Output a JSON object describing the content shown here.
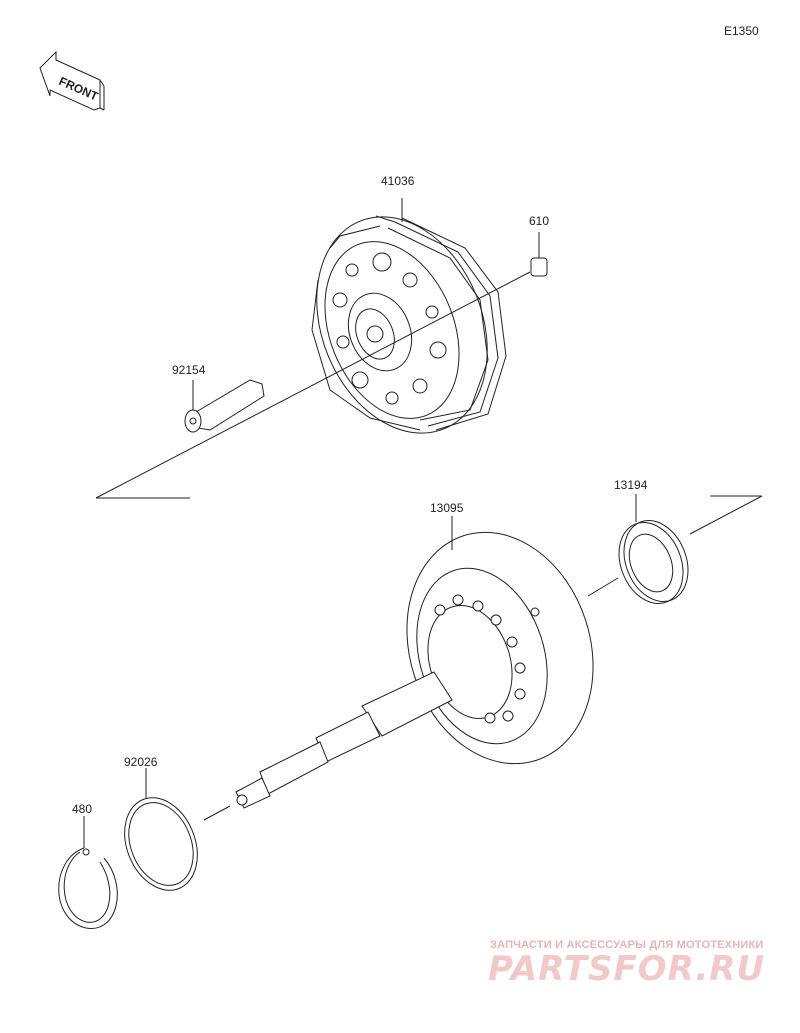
{
  "diagram_code": "E1350",
  "front_label": "FRONT",
  "parts": {
    "clutch_housing": "41036",
    "pin": "610",
    "bolt": "92154",
    "drive_shaft": "13095",
    "one_way_clutch": "13194",
    "washer": "92026",
    "circlip": "480"
  },
  "watermark": {
    "tagline": "ЗАПЧАСТИ И АКСЕССУАРЫ ДЛЯ МОТОТЕХНИКИ",
    "logo": "PARTSFOR.RU"
  }
}
